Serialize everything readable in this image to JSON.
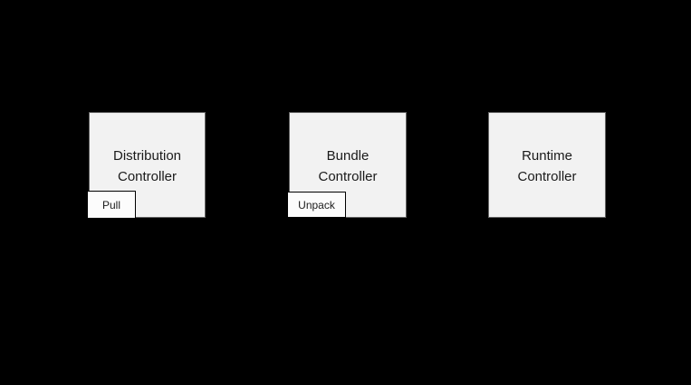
{
  "canvas": {
    "background_color": "#000000"
  },
  "diagram": {
    "nodes": [
      {
        "id": "distribution-controller",
        "label": "Distribution Controller",
        "badge": "Pull"
      },
      {
        "id": "bundle-controller",
        "label": "Bundle Controller",
        "badge": "Unpack"
      },
      {
        "id": "runtime-controller",
        "label": "Runtime Controller",
        "badge": null
      }
    ],
    "colors": {
      "node_fill": "#f2f2f2",
      "node_border": "#666666",
      "badge_fill": "#fcfcfc",
      "badge_border": "#000000",
      "text": "#1a1a1a"
    }
  }
}
